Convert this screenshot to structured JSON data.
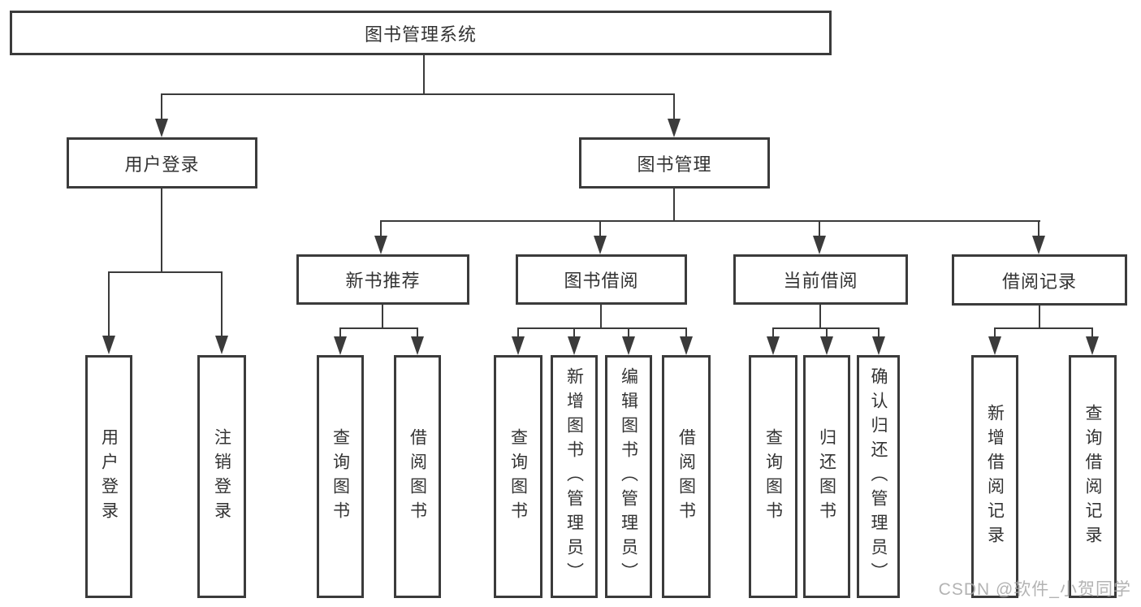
{
  "diagram": {
    "root": {
      "label": "图书管理系统"
    },
    "user_login": {
      "label": "用户登录",
      "children": [
        {
          "label": "用户登录"
        },
        {
          "label": "注销登录"
        }
      ]
    },
    "book_management": {
      "label": "图书管理",
      "groups": [
        {
          "label": "新书推荐",
          "children": [
            {
              "label": "查询图书"
            },
            {
              "label": "借阅图书"
            }
          ]
        },
        {
          "label": "图书借阅",
          "children": [
            {
              "label": "查询图书"
            },
            {
              "label": "新增图书（管理员）"
            },
            {
              "label": "编辑图书（管理员）"
            },
            {
              "label": "借阅图书"
            }
          ]
        },
        {
          "label": "当前借阅",
          "children": [
            {
              "label": "查询图书"
            },
            {
              "label": "归还图书"
            },
            {
              "label": "确认归还（管理员）"
            }
          ]
        },
        {
          "label": "借阅记录",
          "children": [
            {
              "label": "新增借阅记录"
            },
            {
              "label": "查询借阅记录"
            }
          ]
        }
      ]
    },
    "watermark": "CSDN @软件_小贺同学",
    "colors": {
      "line": "#3b3b3b",
      "text": "#333333",
      "background": "#ffffff",
      "watermark": "#a6a6a6"
    }
  }
}
